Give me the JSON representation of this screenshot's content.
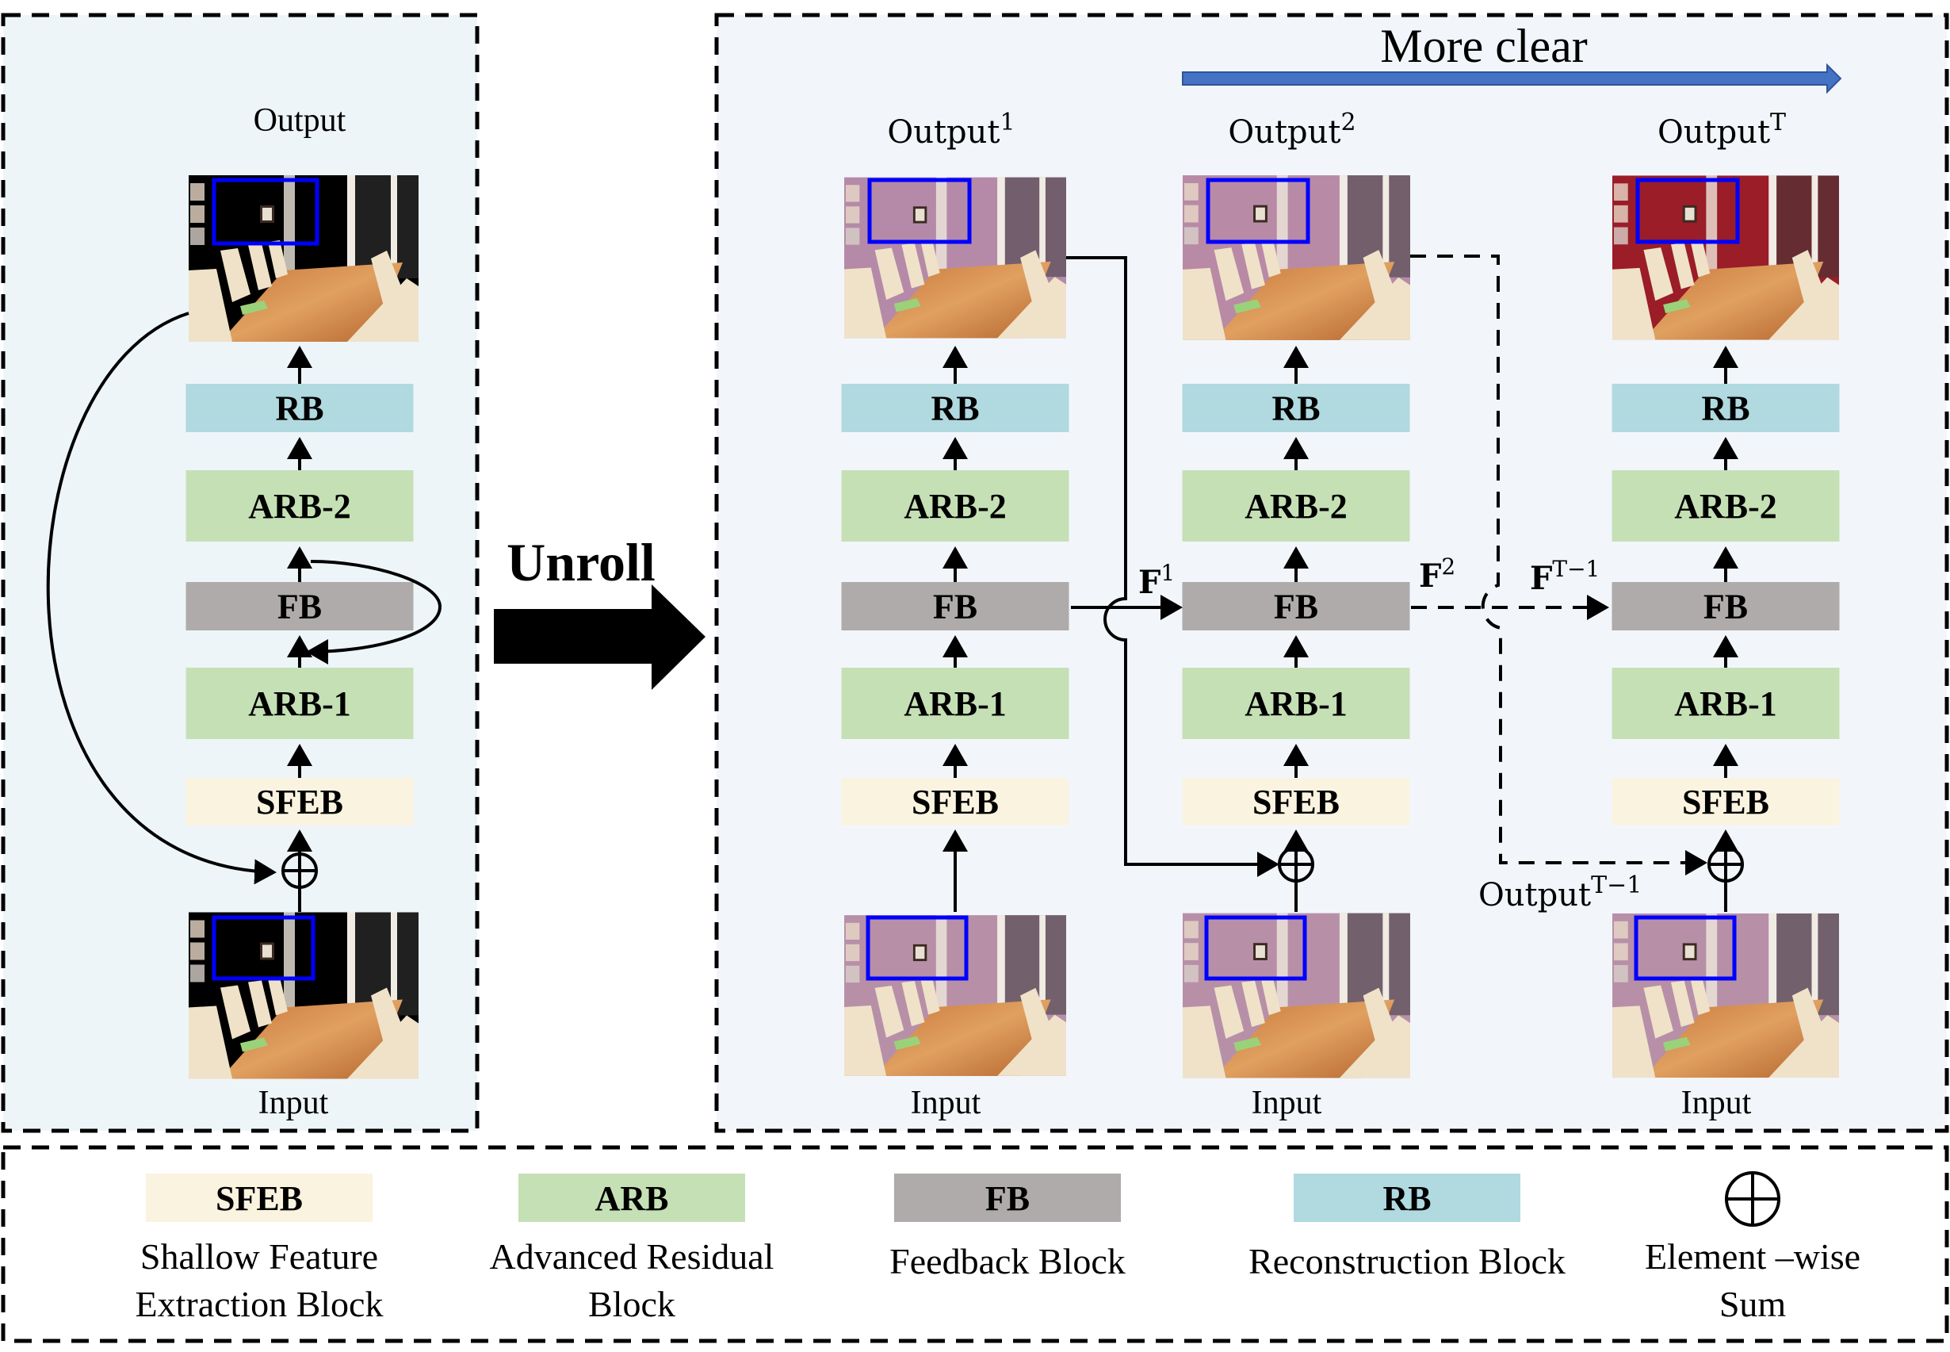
{
  "colors": {
    "sfeb": "#FAF3E0",
    "arb": "#C6E0B6",
    "fb": "#AFABAB",
    "rb": "#B0D9E0",
    "left_panel_bg": "#EDF5F8",
    "right_panel_bg": "#F2F6FB",
    "highlight_box": "#0000FF",
    "more_clear_arrow": "#4472C4"
  },
  "left_panel": {
    "output_label": "Output",
    "input_label": "Input",
    "blocks": [
      "RB",
      "ARB-2",
      "FB",
      "ARB-1",
      "SFEB"
    ]
  },
  "unroll_label": "Unroll",
  "right_panel": {
    "more_clear_label": "More clear",
    "columns": [
      {
        "output_label": "Output",
        "output_sup": "1",
        "input_label": "Input",
        "blocks": [
          "RB",
          "ARB-2",
          "FB",
          "ARB-1",
          "SFEB"
        ]
      },
      {
        "output_label": "Output",
        "output_sup": "2",
        "input_label": "Input",
        "blocks": [
          "RB",
          "ARB-2",
          "FB",
          "ARB-1",
          "SFEB"
        ]
      },
      {
        "output_label": "Output",
        "output_sup": "T",
        "input_label": "Input",
        "blocks": [
          "RB",
          "ARB-2",
          "FB",
          "ARB-1",
          "SFEB"
        ]
      }
    ],
    "feedback_labels": [
      {
        "base": "F",
        "sup": "1"
      },
      {
        "base": "F",
        "sup": "2"
      },
      {
        "base": "F",
        "sup": "T−1"
      }
    ],
    "prev_output_label": {
      "base": "Output",
      "sup": "T−1"
    }
  },
  "legend": {
    "items": [
      {
        "abbr": "SFEB",
        "lines": [
          "Shallow Feature",
          "Extraction Block"
        ]
      },
      {
        "abbr": "ARB",
        "lines": [
          "Advanced Residual",
          "Block"
        ]
      },
      {
        "abbr": "FB",
        "lines": [
          "Feedback Block"
        ]
      },
      {
        "abbr": "RB",
        "lines": [
          "Reconstruction Block"
        ]
      },
      {
        "abbr": "⊕",
        "lines": [
          "Element –wise",
          "Sum"
        ]
      }
    ]
  }
}
